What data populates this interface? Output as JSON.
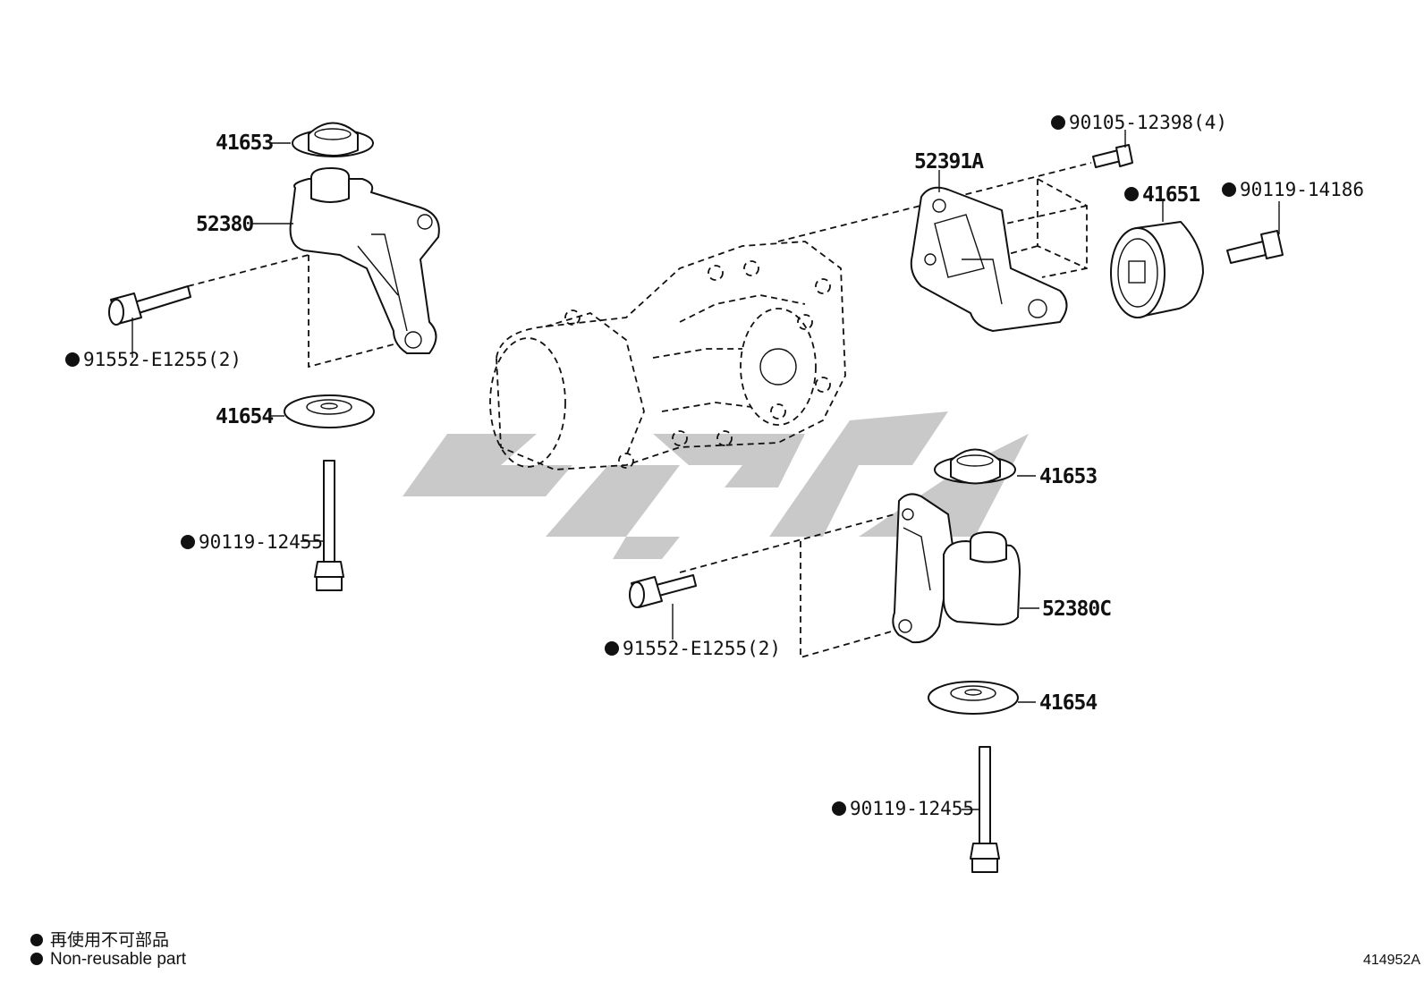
{
  "labels": {
    "p41653_a": "41653",
    "p52380": "52380",
    "p91552_a": "91552-E1255(2)",
    "p41654_a": "41654",
    "p90119_12455_a": "90119-12455",
    "p52391A": "52391A",
    "p90105": "90105-12398(4)",
    "p41651": "41651",
    "p90119_14186": "90119-14186",
    "p41653_b": "41653",
    "p52380C": "52380C",
    "p91552_b": "91552-E1255(2)",
    "p41654_b": "41654",
    "p90119_12455_b": "90119-12455"
  },
  "legend": {
    "line1": "再使用不可部品",
    "line2": "Non-reusable part"
  },
  "figure_number": "414952A"
}
